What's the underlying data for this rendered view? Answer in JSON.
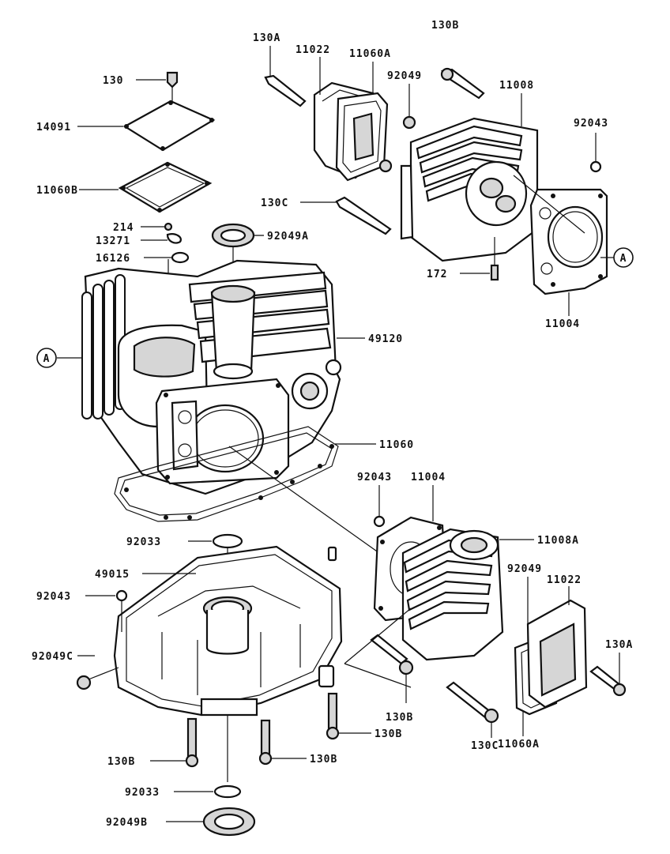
{
  "labels": {
    "l130": "130",
    "l14091": "14091",
    "l11060B": "11060B",
    "l214": "214",
    "l13271": "13271",
    "l16126": "16126",
    "l92049A": "92049A",
    "l130A_top": "130A",
    "l11022_top": "11022",
    "l11060A_top": "11060A",
    "l130B_top": "130B",
    "l92049_top": "92049",
    "l11008": "11008",
    "l92043_right": "92043",
    "l130C_top": "130C",
    "l172": "172",
    "l11004_right": "11004",
    "l49120": "49120",
    "l11060": "11060",
    "l92043_mid": "92043",
    "l11004_mid": "11004",
    "l11008A": "11008A",
    "l92033_top": "92033",
    "l49015": "49015",
    "l92043_left": "92043",
    "l92049C": "92049C",
    "l92049_mid": "92049",
    "l11022_bot": "11022",
    "l130A_bot": "130A",
    "l130B_mid": "130B",
    "l130B_right": "130B",
    "l130B_lower": "130B",
    "l130B_left": "130B",
    "l130C_bot": "130C",
    "l11060A_bot": "11060A",
    "l92033_bot": "92033",
    "l92049B": "92049B"
  },
  "callouts": {
    "ref_a_left": "A",
    "ref_a_right": "A"
  }
}
